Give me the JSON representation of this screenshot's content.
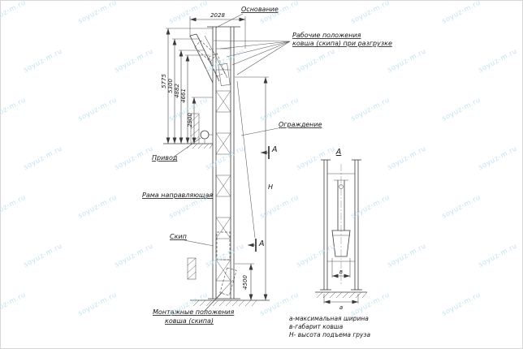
{
  "watermark": {
    "text": "soyuz-m.ru",
    "color": "#b2ddee",
    "opacity": 0.8
  },
  "labels": {
    "base": "Основание",
    "working_positions_line1": "Рабочие положения",
    "working_positions_line2": "ковша (скипа) при разгрузке",
    "guard": "Ограждение",
    "drive": "Привод",
    "guide_frame": "Рама направляющая",
    "skip": "Скип",
    "mounting_positions_line1": "Монтажные положения",
    "mounting_positions_line2": "ковша (скипа)",
    "section_mark": "А",
    "view_title": "А",
    "height_symbol": "Н"
  },
  "dimensions": {
    "top_width": "2028",
    "left_heights": [
      "5775",
      "5300",
      "4882",
      "4661",
      "2900"
    ],
    "lower_height": "4500",
    "inner_width": "в",
    "outer_width": "а"
  },
  "legend": [
    "а-максимальная ширина",
    "в-габарит ковша",
    "Н- высота подъема груза"
  ]
}
